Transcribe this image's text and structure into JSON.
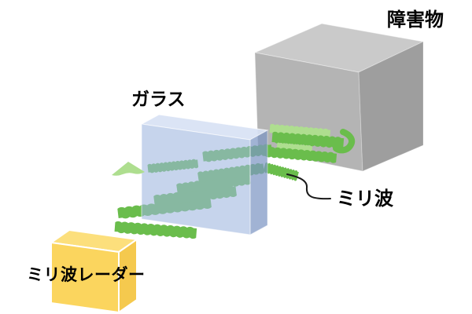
{
  "labels": {
    "obstacle": "障害物",
    "glass": "ガラス",
    "wave": "ミリ波",
    "radar": "ミリ波レーダー"
  },
  "colors": {
    "wave_green": "#6abd4c",
    "wave_light_green": "#aede8f",
    "glass_front": "#9db5de",
    "glass_top": "#d8e2f4",
    "glass_side": "#7d95c4",
    "obstacle_top": "#cacaca",
    "obstacle_front": "#b4b4b4",
    "obstacle_side": "#9e9e9e",
    "radar_front": "#fbd55e",
    "radar_top": "#fcdf7c",
    "radar_side": "#f5c94e",
    "leader_line": "#1a1a1a",
    "label_text": "#000000",
    "background": "#ffffff"
  }
}
